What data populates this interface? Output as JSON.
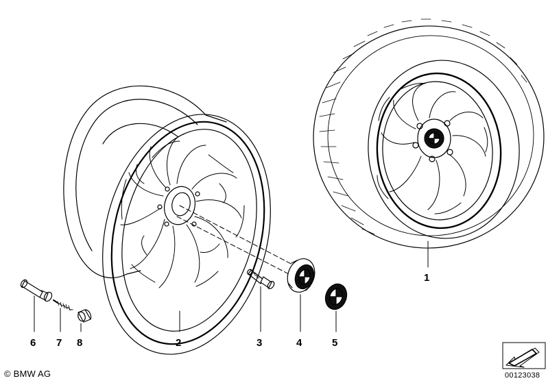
{
  "callouts": [
    {
      "id": "1",
      "label": "1"
    },
    {
      "id": "2",
      "label": "2"
    },
    {
      "id": "3",
      "label": "3"
    },
    {
      "id": "4",
      "label": "4"
    },
    {
      "id": "5",
      "label": "5"
    },
    {
      "id": "6",
      "label": "6"
    },
    {
      "id": "7",
      "label": "7"
    },
    {
      "id": "8",
      "label": "8"
    }
  ],
  "footer": {
    "copyright": "© BMW AG",
    "part_number": "00123038"
  },
  "colors": {
    "line": "#000000",
    "background": "#ffffff",
    "emblem_dark": "#111111"
  }
}
